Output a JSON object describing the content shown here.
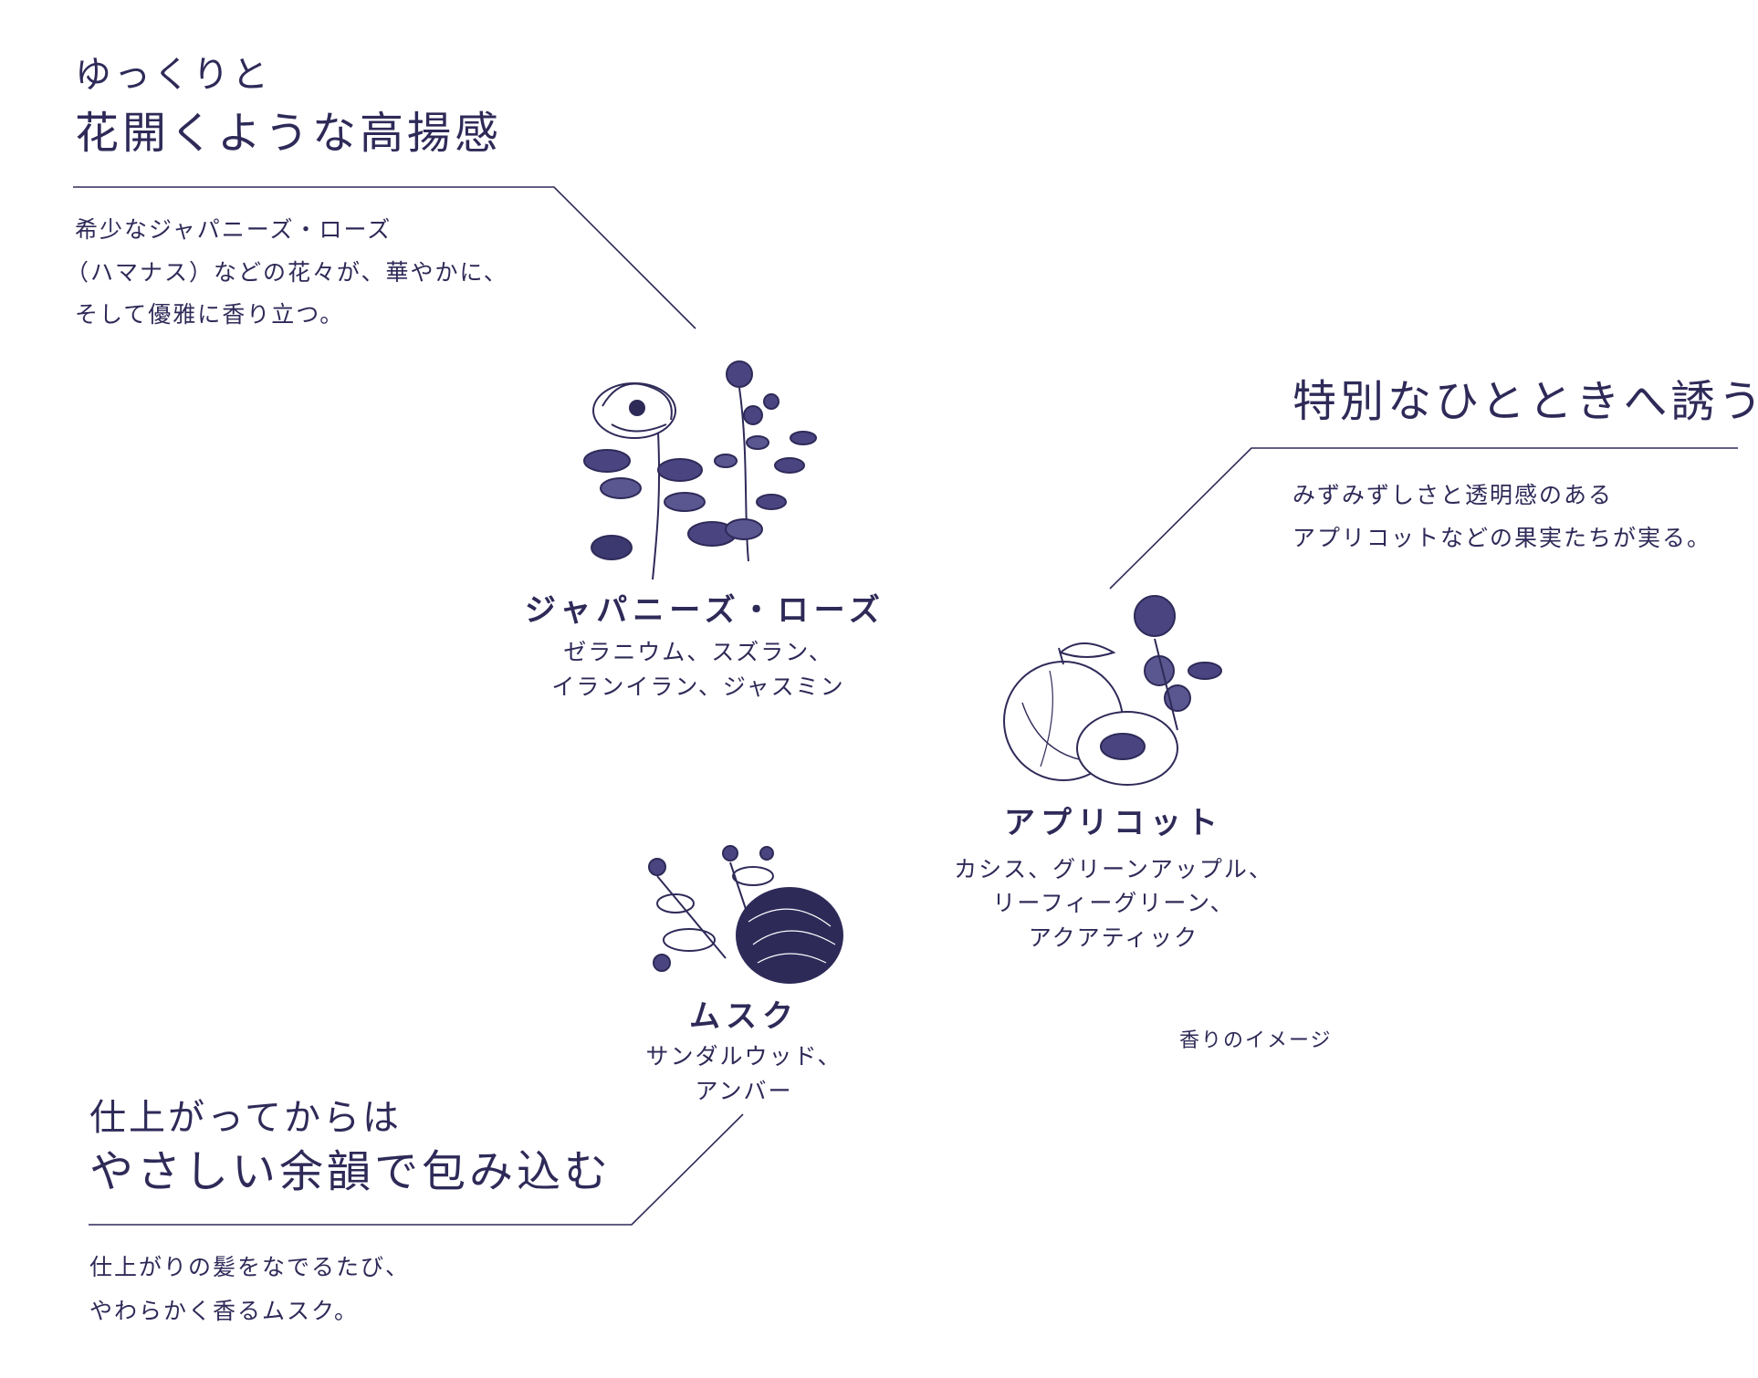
{
  "colors": {
    "ink": "#2e2a58",
    "background": "#ffffff"
  },
  "top": {
    "line1": "ゆっくりと",
    "line2": "花開くような高揚感",
    "desc": [
      "希少なジャパニーズ・ローズ",
      "（ハマナス）などの花々が、華やかに、",
      "そして優雅に香り立つ。"
    ]
  },
  "middle": {
    "heading": "特別なひとときへ誘う",
    "desc": [
      "みずみずしさと透明感のある",
      "アプリコットなどの果実たちが実る。"
    ]
  },
  "bottom": {
    "line1": "仕上がってからは",
    "line2": "やさしい余韻で包み込む",
    "desc": [
      "仕上がりの髪をなでるたび、",
      "やわらかく香るムスク。"
    ]
  },
  "notes": {
    "rose": {
      "icon": "rose-illustration-icon",
      "title": "ジャパニーズ・ローズ",
      "sub": [
        "ゼラニウム、スズラン、",
        "イランイラン、ジャスミン"
      ]
    },
    "apricot": {
      "icon": "apricot-illustration-icon",
      "title": "アプリコット",
      "sub": [
        "カシス、グリーンアップル、",
        "リーフィーグリーン、",
        "アクアティック"
      ]
    },
    "musk": {
      "icon": "musk-illustration-icon",
      "title": "ムスク",
      "sub": [
        "サンダルウッド、",
        "アンバー"
      ]
    }
  },
  "caption": "香りのイメージ"
}
